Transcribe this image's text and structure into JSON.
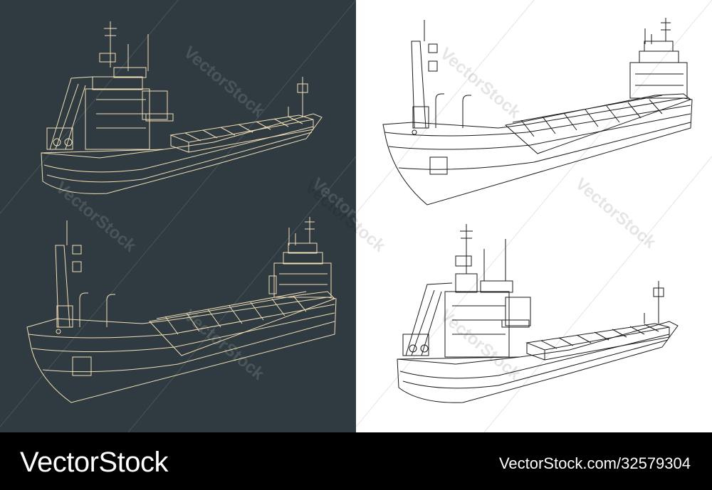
{
  "watermark": {
    "text": "VectorStock"
  },
  "footer": {
    "brand": "VectorStock",
    "image_id": "VectorStock.com/32579304"
  },
  "colors": {
    "dark_background": "#2f3b41",
    "light_background": "#ffffff",
    "line_cream": "#f3deb5",
    "line_dark": "#1a1a1a",
    "footer_background": "#000000",
    "footer_text": "#ffffff"
  },
  "illustrations": [
    {
      "panel": "dark",
      "view": "ship-stern-quarter",
      "style": "cream lines on dark"
    },
    {
      "panel": "dark",
      "view": "ship-bow-quarter",
      "style": "cream lines on dark"
    },
    {
      "panel": "light",
      "view": "ship-bow-quarter",
      "style": "black lines on white"
    },
    {
      "panel": "light",
      "view": "ship-stern-quarter",
      "style": "black lines on white"
    }
  ]
}
